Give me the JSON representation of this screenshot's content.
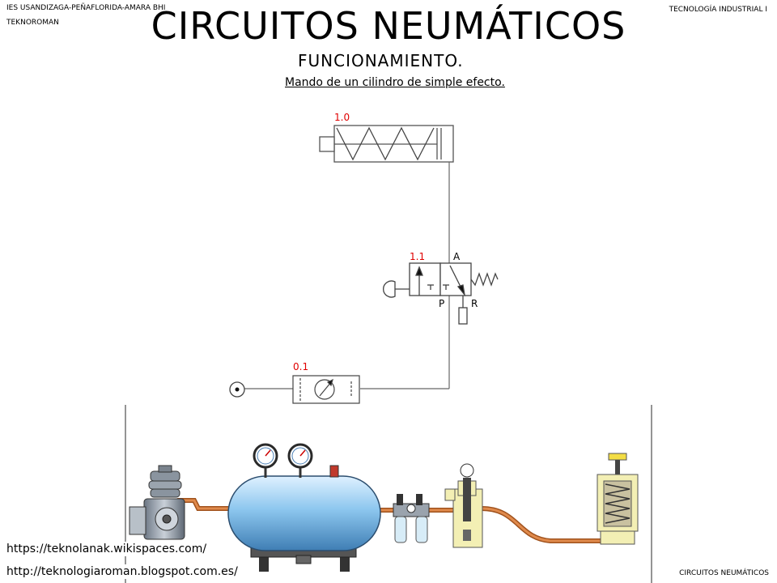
{
  "header": {
    "school": "IES USANDIZAGA-PEÑAFLORIDA-AMARA BHI",
    "teknoroman": "TEKNOROMAN",
    "course": "TECNOLOGÍA INDUSTRIAL I",
    "title": "CIRCUITOS NEUMÁTICOS",
    "subtitle": "FUNCIONAMIENTO."
  },
  "diagram": {
    "caption": "Mando de un cilindro de simple efecto.",
    "cylinder_label": "1.0",
    "valve_label": "1.1",
    "port_a": "A",
    "port_p": "P",
    "port_r": "R",
    "source_label": "0.1"
  },
  "footer": {
    "link1": "https://teknolanak.wikispaces.com/",
    "link2": "http://teknologiaroman.blogspot.com.es/",
    "label": "CIRCUITOS NEUMÁTICOS"
  }
}
